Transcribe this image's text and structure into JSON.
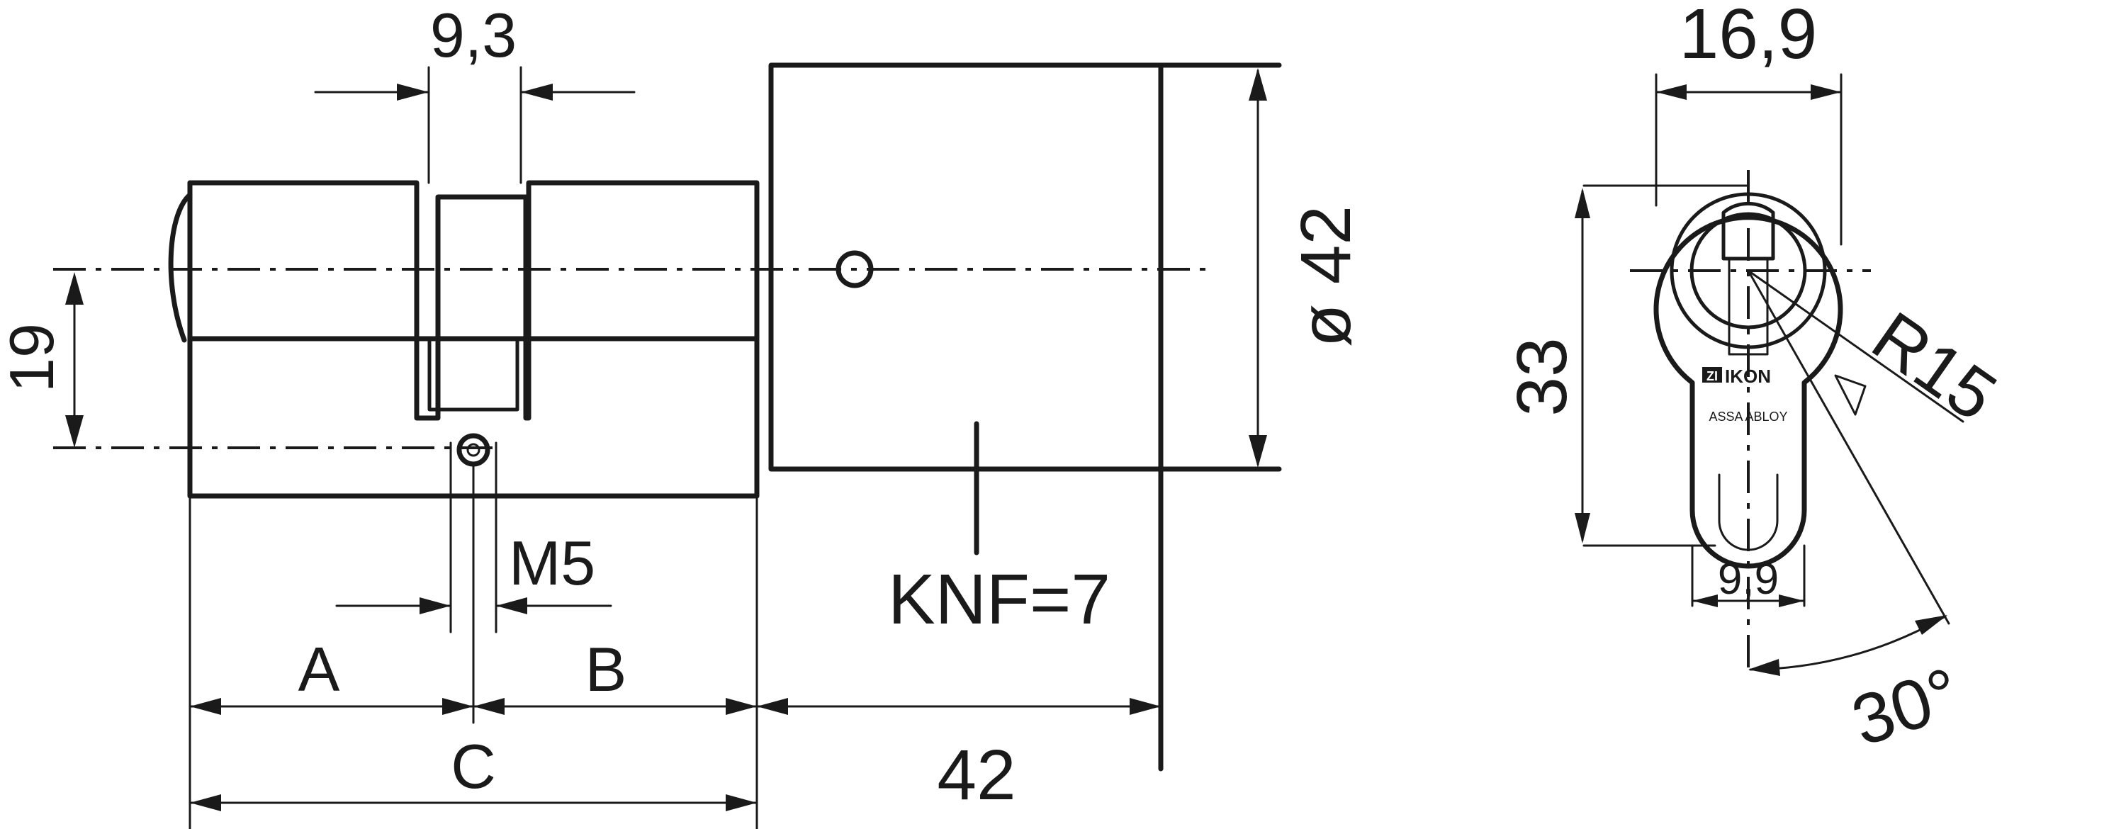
{
  "front_view": {
    "dim_collar_width": "9,3",
    "dim_cam_offset": "19",
    "dim_screw_thread": "M5",
    "dim_side_a": "A",
    "dim_side_b": "B",
    "dim_total_c": "C",
    "dim_knob_length": "42",
    "dim_knob_diameter": "ø 42",
    "knob_label": "KNF=7"
  },
  "side_view": {
    "dim_head_width": "16,9",
    "dim_height": "33",
    "dim_radius": "R15",
    "dim_foot_width": "9,9",
    "dim_angle": "30°",
    "brand_mark": "ZI",
    "brand_name": "IKON",
    "brand_sub": "ASSA ABLOY"
  }
}
